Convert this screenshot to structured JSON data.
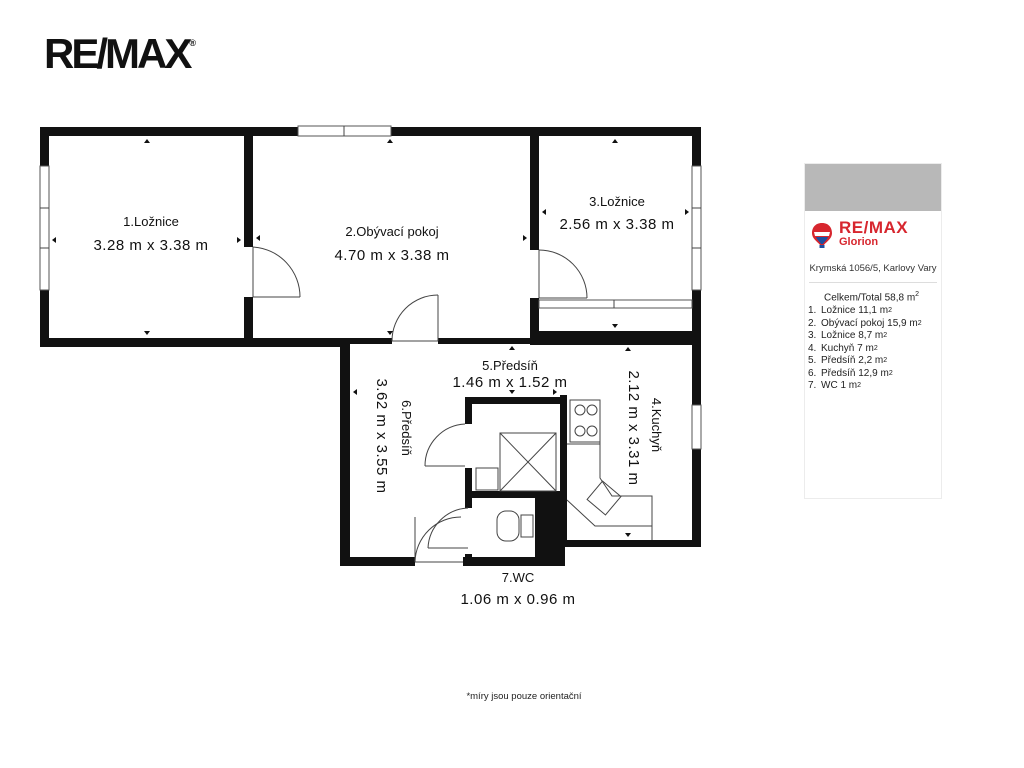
{
  "logo": {
    "text": "RE/MAX",
    "mark": "®"
  },
  "rooms": [
    {
      "name": "1.Ložnice",
      "dims": "3.28 m x 3.38 m"
    },
    {
      "name": "2.Obývací pokoj",
      "dims": "4.70 m x 3.38 m"
    },
    {
      "name": "3.Ložnice",
      "dims": "2.56 m x 3.38 m"
    },
    {
      "name": "4.Kuchyň",
      "dims": "2.12 m x 3.31 m"
    },
    {
      "name": "5.Předsíň",
      "dims": "1.46 m x 1.52 m"
    },
    {
      "name": "6.Předsíň",
      "dims": "3.62 m x 3.55 m"
    },
    {
      "name": "7.WC",
      "dims": "1.06 m x 0.96 m"
    }
  ],
  "panel": {
    "brand": "RE/MAX",
    "office": "Glorion",
    "address": "Krymská 1056/5, Karlovy Vary",
    "total_label": "Celkem/Total",
    "total_value": "58,8 m",
    "items": [
      {
        "num": "1.",
        "label": "Ložnice 11,1 m"
      },
      {
        "num": "2.",
        "label": "Obývací pokoj 15,9 m"
      },
      {
        "num": "3.",
        "label": "Ložnice 8,7 m"
      },
      {
        "num": "4.",
        "label": "Kuchyň 7 m"
      },
      {
        "num": "5.",
        "label": "Předsíň 2,2 m"
      },
      {
        "num": "6.",
        "label": "Předsíň 12,9 m"
      },
      {
        "num": "7.",
        "label": "WC 1 m"
      }
    ],
    "unit_sup": "2"
  },
  "note": "*míry jsou pouze orientační",
  "colors": {
    "wall": "#111111",
    "brand_red": "#d7262e",
    "brand_blue": "#1d4ea0",
    "panel_header": "#b8b8b8"
  }
}
